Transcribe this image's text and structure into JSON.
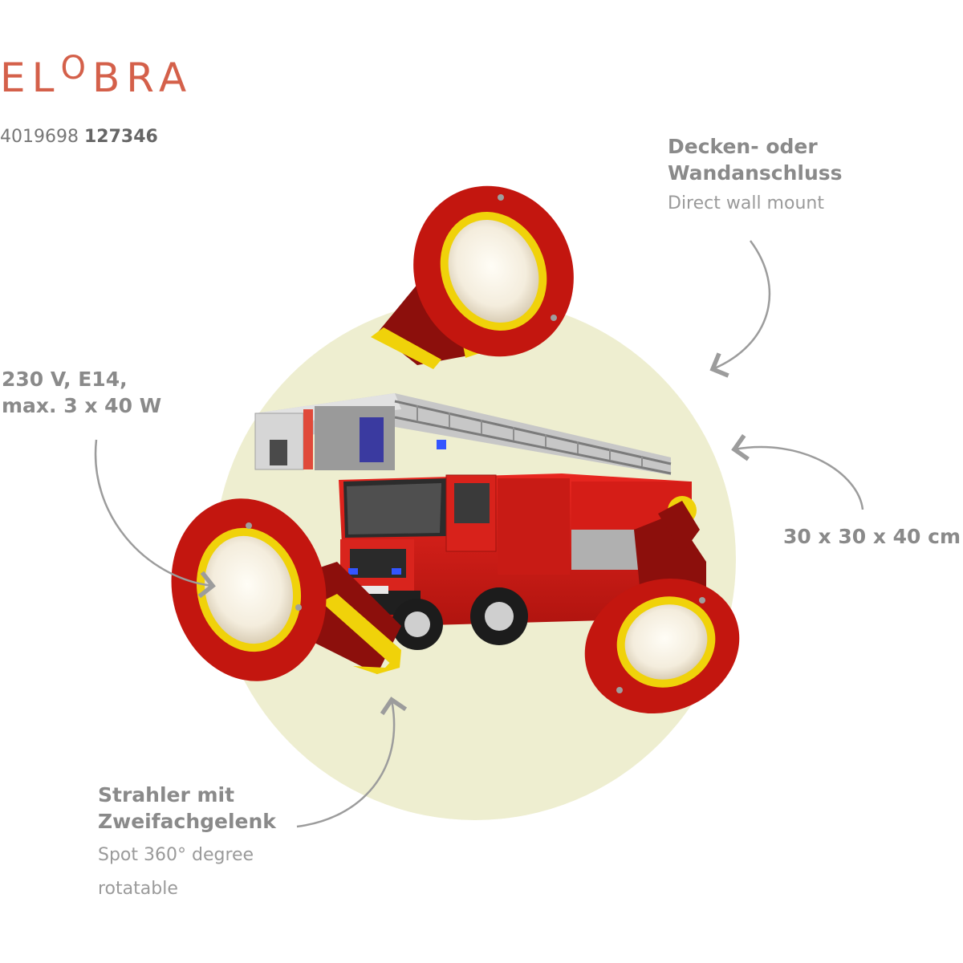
{
  "brand": {
    "logo_text_left": "EL",
    "logo_text_raised": "O",
    "logo_text_right": "BRA",
    "color": "#d4604a"
  },
  "article": {
    "ean_prefix": "4019698",
    "article_number": "127346"
  },
  "annotations": {
    "mount": {
      "title_line1": "Decken- oder",
      "title_line2": "Wandanschluss",
      "subtitle": "Direct wall mount"
    },
    "power": {
      "line1": "230 V, E14,",
      "line2": "max. 3 x 40 W"
    },
    "size": {
      "text": "30 x 30 x 40 cm"
    },
    "spot": {
      "title_line1": "Strahler mit",
      "title_line2": "Zweifachgelenk",
      "subtitle_line1": "Spot 360° degree",
      "subtitle_line2": "rotatable"
    }
  },
  "product": {
    "plate_color": "#eeeed0",
    "shade_red": "#c3160f",
    "shade_dark_red": "#8c0f0c",
    "accent_yellow": "#f0d20a",
    "truck_red": "#d81e18",
    "arrow_color": "#9c9c9c"
  }
}
